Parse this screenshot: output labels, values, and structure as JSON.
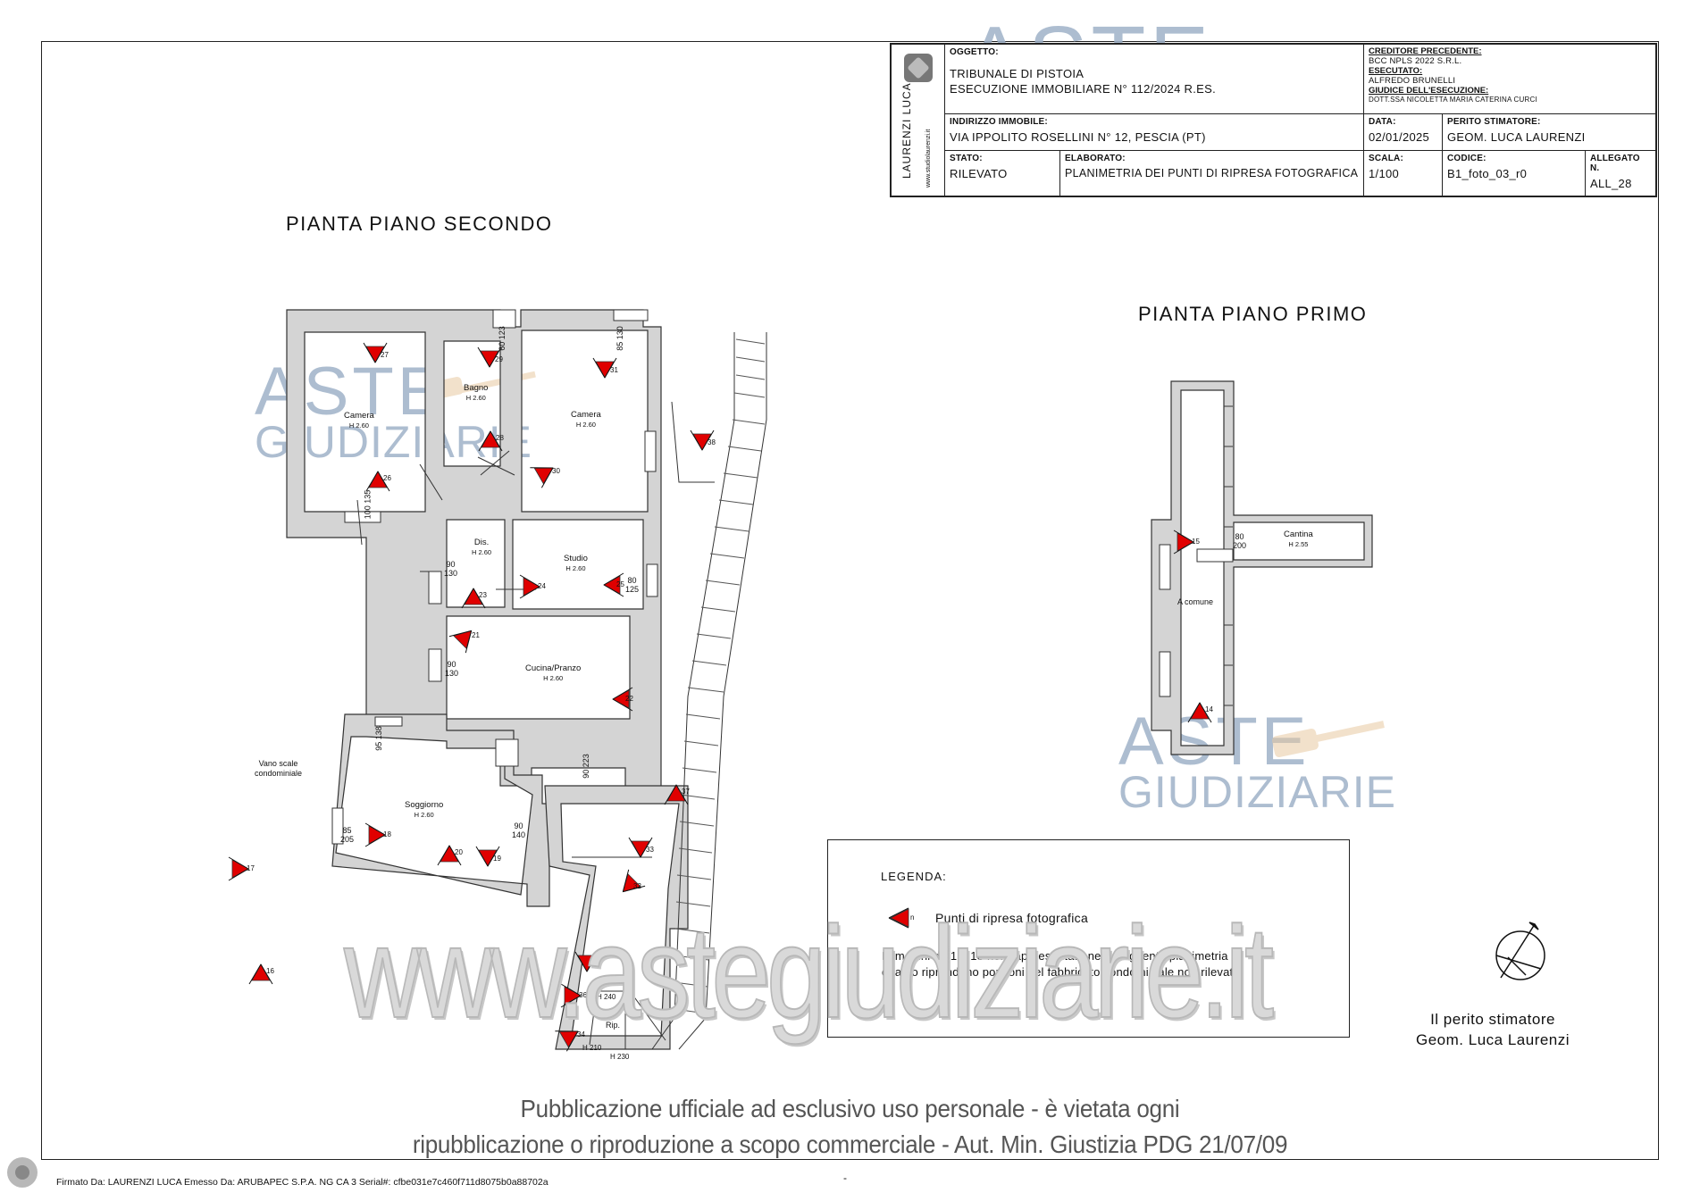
{
  "title_block": {
    "studio_name": "LAURENZI LUCA",
    "studio_url": "www.studiolaurenzi.it",
    "oggetto_label": "OGGETTO:",
    "oggetto_line1": "TRIBUNALE DI PISTOIA",
    "oggetto_line2": "ESECUZIONE IMMOBILIARE N° 112/2024 R.ES.",
    "creditore_label": "CREDITORE PRECEDENTE:",
    "creditore_value": "BCC NPLS 2022 S.R.L.",
    "esecutato_label": "ESECUTATO:",
    "esecutato_value": "ALFREDO BRUNELLI",
    "giudice_label": "GIUDICE DELL'ESECUZIONE:",
    "giudice_value": "DOTT.SSA NICOLETTA MARIA CATERINA CURCI",
    "indirizzo_label": "INDIRIZZO IMMOBILE:",
    "indirizzo_value": "VIA IPPOLITO ROSELLINI N° 12, PESCIA (PT)",
    "data_label": "DATA:",
    "data_value": "02/01/2025",
    "perito_label": "PERITO STIMATORE:",
    "perito_value": "GEOM. LUCA LAURENZI",
    "stato_label": "STATO:",
    "stato_value": "RILEVATO",
    "elaborato_label": "ELABORATO:",
    "elaborato_value": "PLANIMETRIA DEI PUNTI DI RIPRESA FOTOGRAFICA",
    "scala_label": "SCALA:",
    "scala_value": "1/100",
    "codice_label": "CODICE:",
    "codice_value": "B1_foto_03_r0",
    "allegato_label": "ALLEGATO N.",
    "allegato_value": "ALL_28"
  },
  "headings": {
    "second_floor": "PIANTA PIANO SECONDO",
    "first_floor": "PIANTA PIANO PRIMO"
  },
  "rooms": {
    "camera1": {
      "name": "Camera",
      "h": "H 2.60"
    },
    "bagno": {
      "name": "Bagno",
      "h": "H 2.60"
    },
    "camera2": {
      "name": "Camera",
      "h": "H 2.60"
    },
    "dis": {
      "name": "Dis.",
      "h": "H 2.60"
    },
    "studio": {
      "name": "Studio",
      "h": "H 2.60"
    },
    "cucina": {
      "name": "Cucina/Pranzo",
      "h": "H 2.60"
    },
    "soggiorno": {
      "name": "Soggiorno",
      "h": "H 2.60"
    },
    "vano_scale": "Vano scale\ncondominiale",
    "rip": "Rip.",
    "h240": "H 240",
    "h210": "H 210",
    "h230": "H 230",
    "cantina": {
      "name": "Cantina",
      "h": "H 2.55"
    },
    "a_comune": "A comune"
  },
  "dims": {
    "d1": {
      "a": "100",
      "b": "135"
    },
    "d2": {
      "a": "60",
      "b": "123"
    },
    "d3": {
      "a": "85",
      "b": "130"
    },
    "d4": {
      "a": "90",
      "b": "130"
    },
    "d5": {
      "a": "80",
      "b": "125"
    },
    "d6": {
      "a": "90",
      "b": "130"
    },
    "d7": {
      "a": "95",
      "b": "138"
    },
    "d8": {
      "a": "90",
      "b": "223"
    },
    "d9": {
      "a": "85",
      "b": "205"
    },
    "d10": {
      "a": "90",
      "b": "140"
    },
    "d11": {
      "a": "80",
      "b": "200"
    }
  },
  "photo_points": [
    "14",
    "15",
    "16",
    "17",
    "18",
    "19",
    "20",
    "21",
    "22",
    "23",
    "24",
    "25",
    "26",
    "27",
    "28",
    "29",
    "30",
    "31",
    "32",
    "33",
    "34",
    "35",
    "36",
    "37",
    "38"
  ],
  "legend": {
    "title": "LEGENDA:",
    "n": "n",
    "point_label": "Punti di ripresa fotografica",
    "note_line1": "Immagini da 1 a 13 non rappresentate nella seguente planimetria in",
    "note_line2": "quanto riprendono porzioni del fabbricato condominiale non rilevate"
  },
  "signature": {
    "line1": "Il perito stimatore",
    "line2": "Geom. Luca Laurenzi"
  },
  "watermarks": {
    "aste": "ASTE",
    "giudiziarie": "GIUDIZIARIE",
    "website": "www.astegiudiziarie.it"
  },
  "footer": {
    "line1": "Pubblicazione ufficiale ad esclusivo uso personale - è vietata ogni",
    "line2": "ripubblicazione o riproduzione a scopo commerciale - Aut. Min. Giustizia PDG 21/07/09",
    "signed": "Firmato Da: LAURENZI LUCA Emesso Da: ARUBAPEC S.P.A. NG CA 3 Serial#: cfbe031e7c460f711d8075b0a88702a",
    "dash": "-"
  },
  "colors": {
    "wall": "#d4d4d4",
    "wall_stroke": "#333333",
    "marker": "#e00000",
    "watermark_blue": "#9fb2c8",
    "watermark_gold": "#e8c9a0"
  }
}
